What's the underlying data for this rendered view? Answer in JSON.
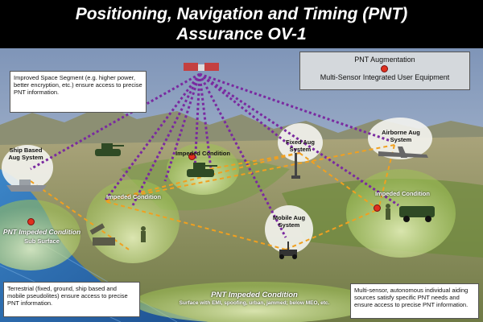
{
  "title": {
    "line1": "Positioning, Navigation and Timing (PNT)",
    "line2": "Assurance OV-1"
  },
  "legend": {
    "augmentation": "PNT Augmentation",
    "user_equipment": "Multi-Sensor Integrated User Equipment"
  },
  "callouts": {
    "space_segment": "Improved Space Segment (e.g. higher power, better encryption, etc.) ensure access to precise PNT information.",
    "terrestrial": "Terrestrial (fixed, ground, ship based and mobile pseudolites) ensure access to precise PNT information.",
    "multi_sensor": "Multi-sensor, autonomous individual aiding sources satisfy specific PNT needs and ensure access to precise PNT information."
  },
  "labels": {
    "ship_based": "Ship Based Aug System",
    "fixed": "Fixed Aug System",
    "airborne": "Airborne Aug System",
    "mobile": "Mobile Aug System",
    "impeded_top": "Impeded Condition",
    "impeded_left": "Impeded Condition",
    "impeded_right": "Impeded Condition",
    "subsurface_title": "PNT Impeded Condition",
    "subsurface_sub": "Sub Surface",
    "bottom_title": "PNT Impeded Condition",
    "bottom_sub": "Surface with EMI, spoofing, urban, jammed; below MEO, etc."
  },
  "colors": {
    "signal_purple": "#7a2aa0",
    "augmentation_orange": "#f0a020",
    "marker_red": "#e0301e",
    "legend_bg": "#d4d8dc"
  }
}
